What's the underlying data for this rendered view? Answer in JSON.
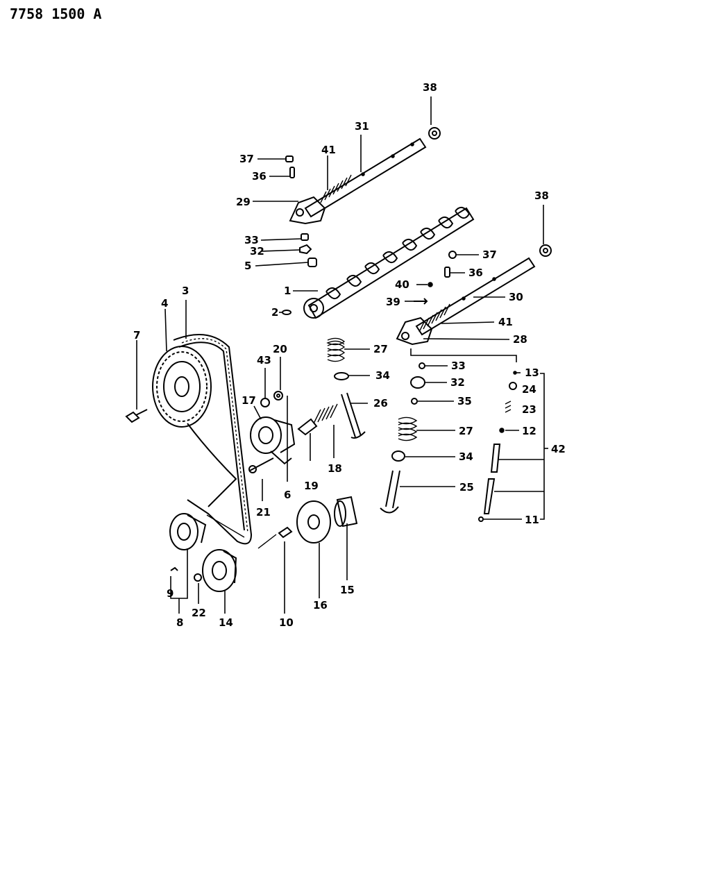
{
  "drawing_code": "7758 1500 A",
  "callouts": {
    "c1": "1",
    "c2": "2",
    "c3": "3",
    "c4": "4",
    "c5": "5",
    "c6": "6",
    "c7": "7",
    "c8": "8",
    "c9": "9",
    "c10": "10",
    "c11": "11",
    "c12": "12",
    "c13": "13",
    "c14": "14",
    "c15": "15",
    "c16": "16",
    "c17": "17",
    "c18": "18",
    "c19": "19",
    "c20": "20",
    "c21": "21",
    "c22": "22",
    "c23": "23",
    "c24": "24",
    "c25": "25",
    "c26": "26",
    "c27a": "27",
    "c27b": "27",
    "c28": "28",
    "c29": "29",
    "c30": "30",
    "c31": "31",
    "c32a": "32",
    "c32b": "32",
    "c33a": "33",
    "c33b": "33",
    "c34a": "34",
    "c34b": "34",
    "c35": "35",
    "c36a": "36",
    "c36b": "36",
    "c37a": "37",
    "c37b": "37",
    "c38a": "38",
    "c38b": "38",
    "c39": "39",
    "c40": "40",
    "c41a": "41",
    "c41b": "41",
    "c42": "42",
    "c43": "43"
  }
}
